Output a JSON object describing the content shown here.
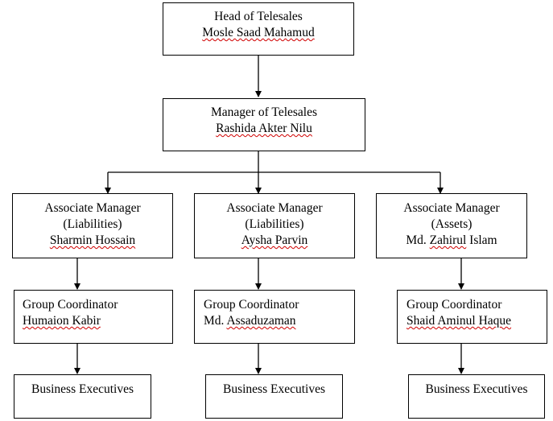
{
  "head": {
    "title": "Head of Telesales",
    "name": "Mosle Saad Mahamud"
  },
  "manager": {
    "title": "Manager of Telesales",
    "name": "Rashida Akter Nilu"
  },
  "associates": [
    {
      "title": "Associate Manager",
      "type": "(Liabilities)",
      "name": "Sharmin Hossain"
    },
    {
      "title": "Associate Manager",
      "type": "(Liabilities)",
      "name": "Aysha Parvin"
    },
    {
      "title": "Associate Manager",
      "type": "(Assets)",
      "name": "Md. Zahirul Islam"
    }
  ],
  "coordinators": [
    {
      "title": "Group Coordinator",
      "name": "Humaion Kabir"
    },
    {
      "title": "Group Coordinator",
      "name": "Md. Assaduzaman"
    },
    {
      "title": "Group Coordinator",
      "name": "Shaid Aminul Haque"
    }
  ],
  "executives": [
    {
      "label": "Business Executives"
    },
    {
      "label": "Business Executives"
    },
    {
      "label": "Business Executives"
    }
  ]
}
